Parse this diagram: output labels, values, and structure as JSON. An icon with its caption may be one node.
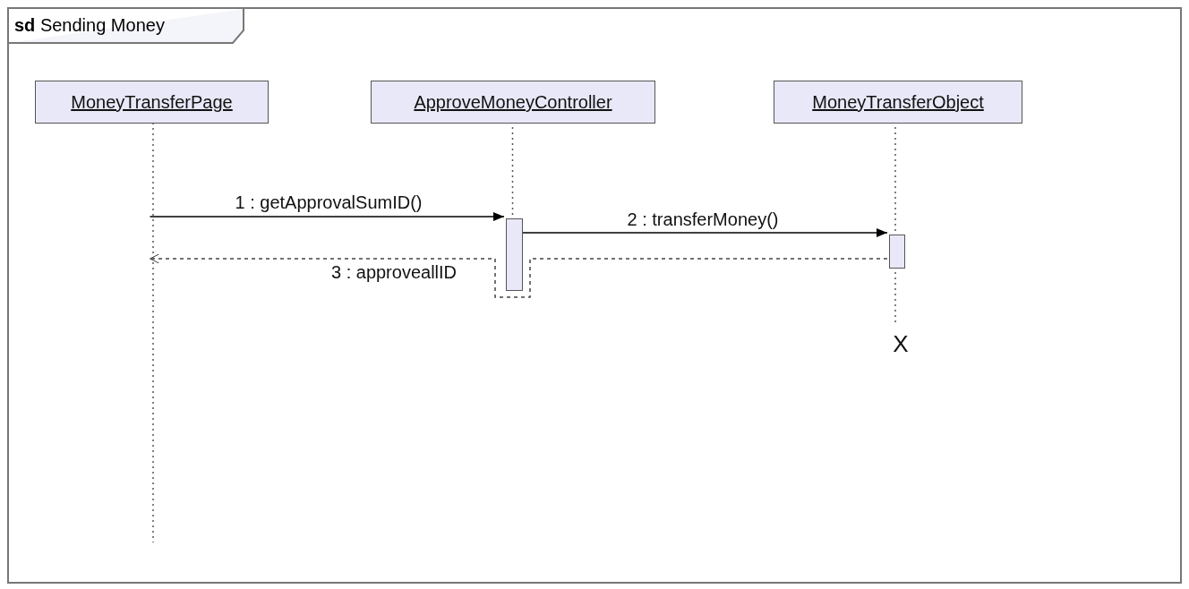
{
  "diagram": {
    "nodes": [
      {
        "text": [
          "**sd** Sending Money"
        ]
      },
      {
        "text": [
          "MoneyTransferPage"
        ],
        "in": 0
      },
      {
        "text": [
          "ApproveMoneyController"
        ],
        "in": 0
      },
      {
        "text": [
          "MoneyTransferObject"
        ],
        "in": 0
      },
      {
        "text": [],
        "shape": "bar",
        "in": 0
      },
      {
        "text": [],
        "shape": "bar",
        "in": 0
      }
    ],
    "edges": [
      {
        "from": 1,
        "to": 4,
        "arrow": "to",
        "label": "1 : getApprovalSumID()"
      },
      {
        "from": 4,
        "to": 5,
        "arrow": "to",
        "label": "2 : transferMoney()"
      },
      {
        "from": 5,
        "to": 1,
        "arrow": "to",
        "label": "3 : approveallID",
        "style": "dashed"
      },
      {
        "from": 2,
        "to": 4,
        "arrow": "none",
        "style": "dashed"
      },
      {
        "from": 3,
        "to": 5,
        "arrow": "none",
        "style": "dashed"
      }
    ],
    "labels": [
      "X"
    ]
  }
}
